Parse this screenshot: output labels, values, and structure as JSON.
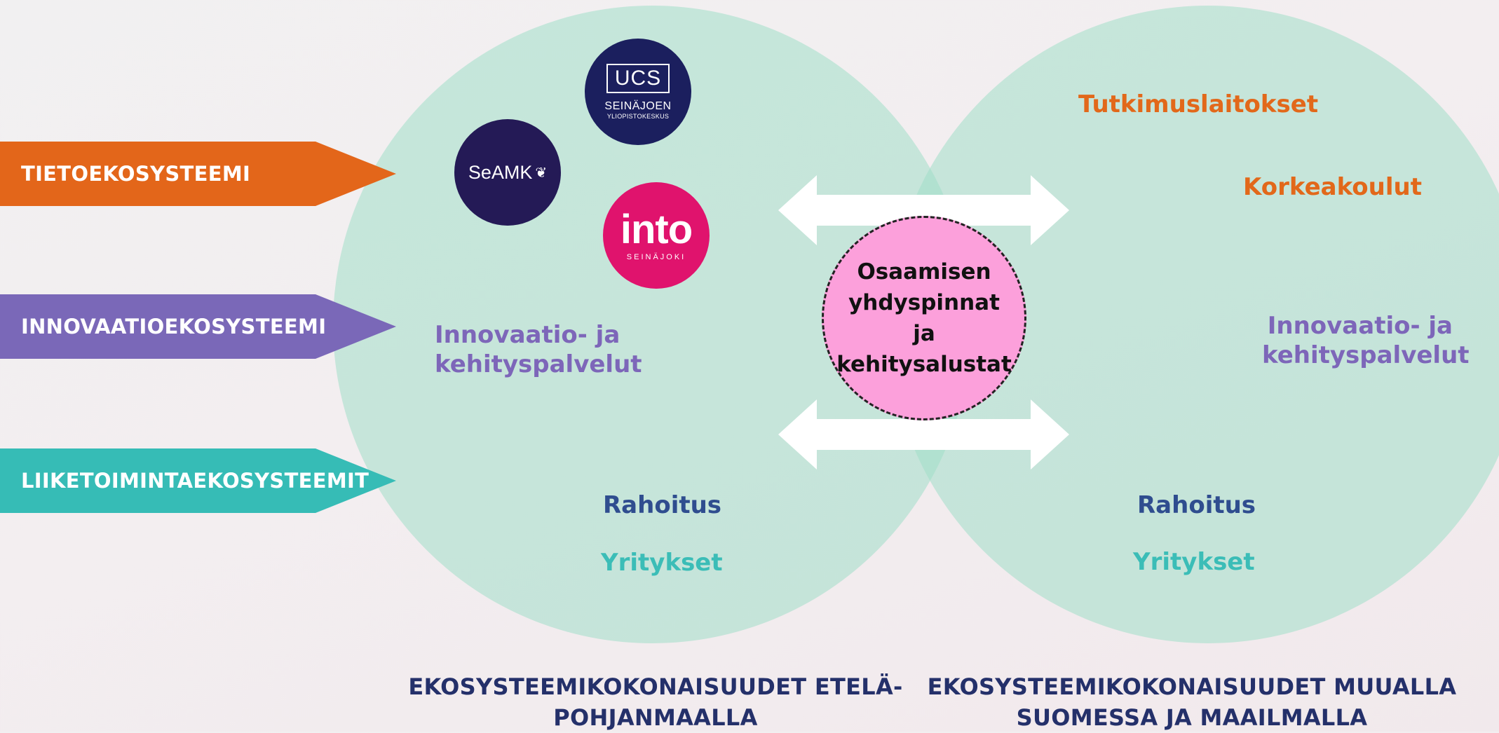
{
  "arrows": {
    "tieto": "TIETOEKOSYSTEEMI",
    "innovaatio": "INNOVAATIOEKOSYSTEEMI",
    "liiketoiminta": "LIIKETOIMINTAEKOSYSTEEMIT"
  },
  "logos": {
    "ucs": {
      "mark": "UCS",
      "city": "SEINÄJOEN",
      "sub": "YLIOPISTOKESKUS"
    },
    "seamk": {
      "mark": "SeAMK"
    },
    "into": {
      "mark": "into",
      "city": "SEINÄJOKI"
    }
  },
  "left_circle": {
    "innovation": "Innovaatio- ja kehityspalvelut",
    "rahoitus": "Rahoitus",
    "yritykset": "Yritykset"
  },
  "right_circle": {
    "tutkimus": "Tutkimuslaitokset",
    "korkeakoulut": "Korkeakoulut",
    "innovation": "Innovaatio- ja kehityspalvelut",
    "rahoitus": "Rahoitus",
    "yritykset": "Yritykset"
  },
  "center": {
    "text": "Osaamisen yhdyspinnat ja kehitysalustat"
  },
  "footer": {
    "left": "EKOSYSTEEMIKOKONAISUUDET ETELÄ-POHJANMAALLA",
    "right": "EKOSYSTEEMIKOKONAISUUDET MUUALLA SUOMESSA JA MAAILMALLA"
  },
  "colors": {
    "orange": "#e3661a",
    "purple": "#7a68b8",
    "teal": "#36bcb6",
    "navy": "#2f4d8f",
    "center_pink": "#fca0db",
    "circle_mint": "#a0dec8"
  }
}
